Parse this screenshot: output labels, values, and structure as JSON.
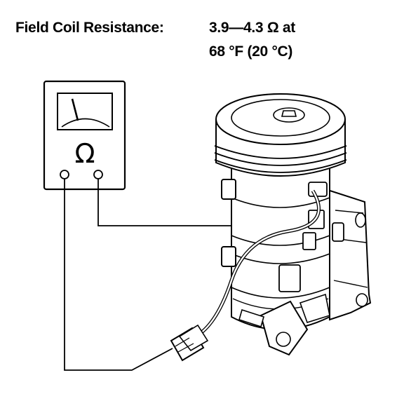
{
  "spec": {
    "label": "Field Coil Resistance:",
    "value": "3.9—4.3 Ω at",
    "condition": "68 °F (20 °C)"
  },
  "meter": {
    "symbol": "Ω"
  }
}
